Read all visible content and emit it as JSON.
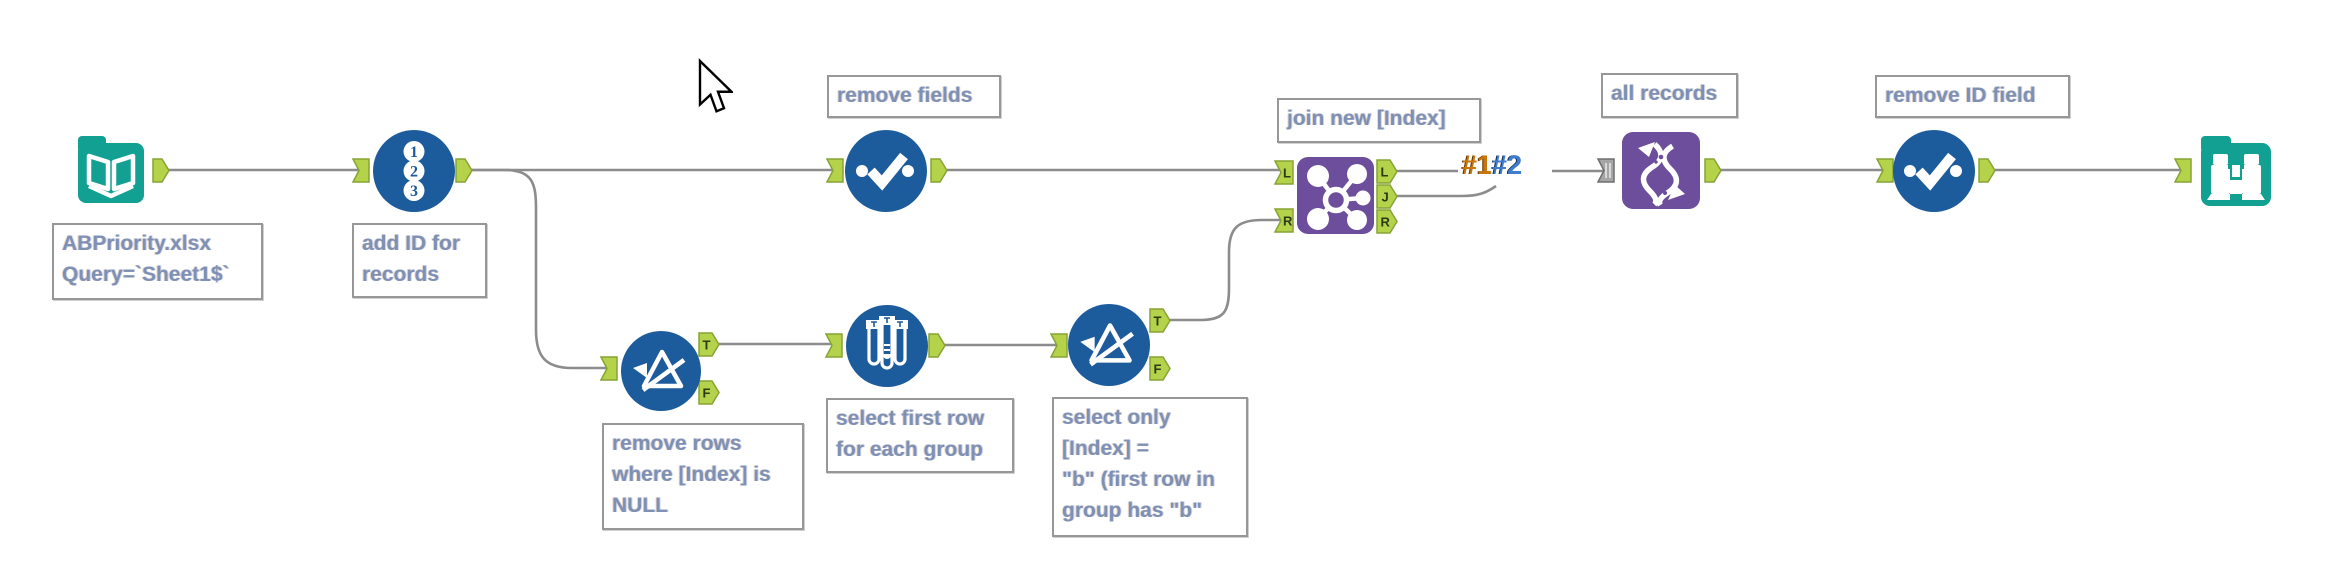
{
  "palette": {
    "tool_blue": "#1D5C9C",
    "tool_teal": "#12A093",
    "tool_purple": "#6C4E9C",
    "anchor_green": "#B4D34A",
    "anchor_border": "#87A335",
    "anchor_gray": "#A6A6A6",
    "wire_gray": "#8C8C8C",
    "annotation_text": "#7E90B4",
    "union_label_orange": "#C8760C",
    "union_label_blue": "#3E7CD0"
  },
  "workflow": {
    "tools": [
      {
        "id": "input-data",
        "type": "Input Data",
        "icon": "book-input-icon",
        "annotation": "ABPriority.xlsx\nQuery=`Sheet1$`"
      },
      {
        "id": "record-id",
        "type": "Record ID",
        "icon": "numbered-list-icon",
        "annotation": "add ID for\nrecords"
      },
      {
        "id": "select-remove-fields",
        "type": "Select",
        "icon": "checkmark-icon",
        "annotation": "remove fields"
      },
      {
        "id": "filter-null",
        "type": "Filter",
        "icon": "funnel-icon",
        "annotation": "remove rows\nwhere [Index] is\nNULL"
      },
      {
        "id": "sample-first-row",
        "type": "Sample",
        "icon": "test-tubes-icon",
        "annotation": "select first row\nfor each group"
      },
      {
        "id": "filter-index-b",
        "type": "Filter",
        "icon": "funnel-icon",
        "annotation": "select only\n[Index] =\n\"b\" (first row in\ngroup has \"b\""
      },
      {
        "id": "join-index",
        "type": "Join",
        "icon": "molecule-icon",
        "annotation": "join new [Index]"
      },
      {
        "id": "union-all",
        "type": "Union",
        "icon": "helix-icon",
        "annotation": "all records"
      },
      {
        "id": "select-remove-id",
        "type": "Select",
        "icon": "checkmark-icon",
        "annotation": "remove ID field"
      },
      {
        "id": "browse-output",
        "type": "Browse",
        "icon": "binoculars-icon"
      }
    ],
    "anchor_labels": {
      "t": "T",
      "f": "F",
      "l": "L",
      "j": "J",
      "r": "R"
    },
    "connection_labels": {
      "first": "#1",
      "second": "#2"
    }
  }
}
